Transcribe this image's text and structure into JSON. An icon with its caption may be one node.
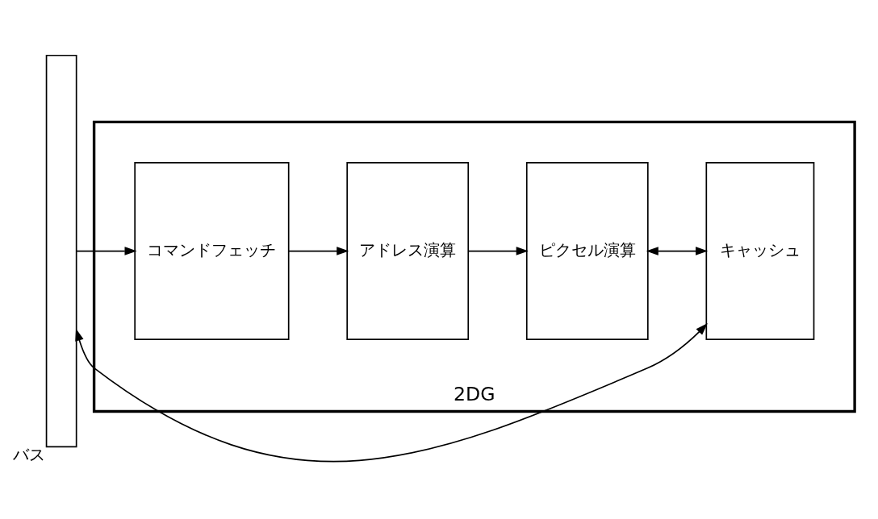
{
  "diagram": {
    "nodes": [
      {
        "text": [
          "バス"
        ]
      },
      {
        "text": [
          "2DG"
        ]
      },
      {
        "text": [
          "コマンドフェッチ"
        ],
        "in": 1
      },
      {
        "text": [
          "アドレス演算"
        ],
        "in": 1
      },
      {
        "text": [
          "ピクセル演算"
        ],
        "in": 1
      },
      {
        "text": [
          "キャッシュ"
        ],
        "in": 1
      }
    ],
    "edges": [
      {
        "from": 0,
        "to": 2,
        "arrow": "to"
      },
      {
        "from": 2,
        "to": 3,
        "arrow": "to"
      },
      {
        "from": 3,
        "to": 4,
        "arrow": "to"
      },
      {
        "from": 4,
        "to": 5,
        "arrow": "both"
      },
      {
        "from": 5,
        "to": 0,
        "arrow": "both"
      }
    ]
  }
}
